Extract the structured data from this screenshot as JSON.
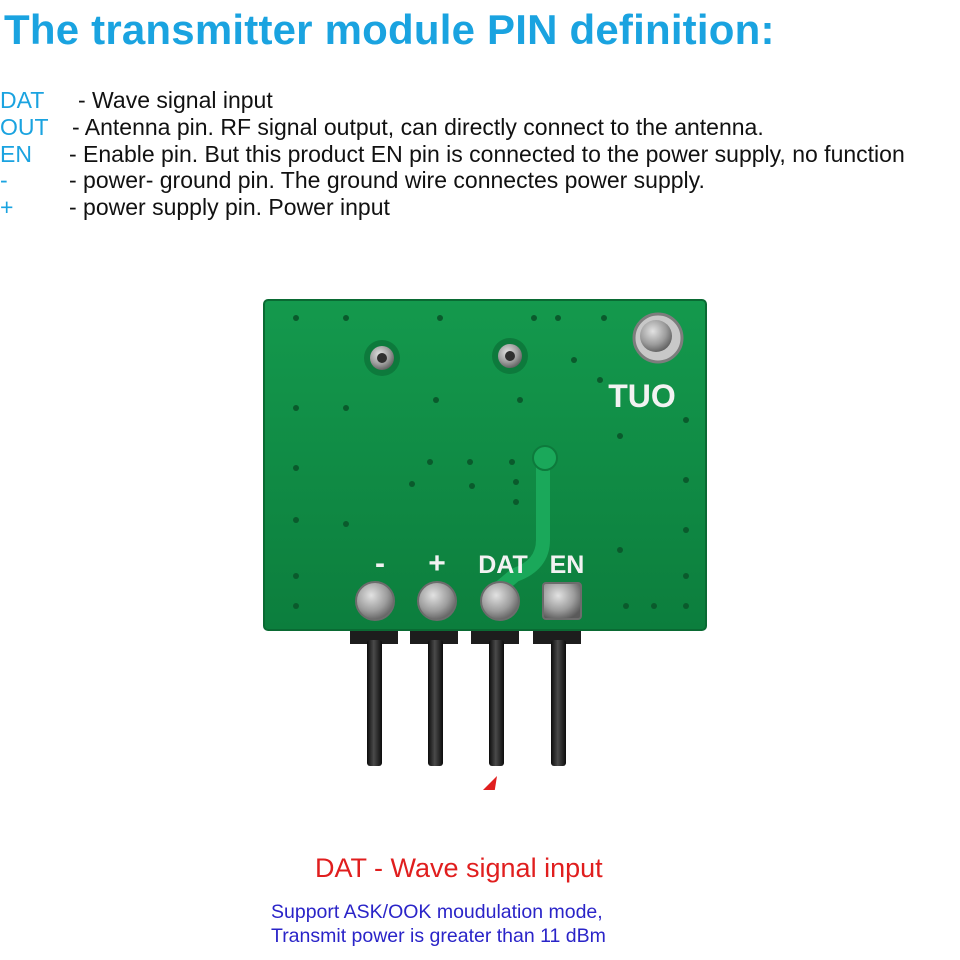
{
  "title": "The transmitter module PIN definition:",
  "pins": [
    {
      "name": "DAT",
      "description": "- Wave signal input"
    },
    {
      "name": "OUT",
      "description": "- Antenna pin. RF signal output, can directly connect to the antenna."
    },
    {
      "name": "EN",
      "description": "- Enable pin. But this product EN pin is connected to the power supply, no function"
    },
    {
      "name": "-",
      "description": "- power- ground pin. The ground wire connectes power supply."
    },
    {
      "name": "+",
      "description": "- power supply pin. Power input"
    }
  ],
  "board": {
    "silkscreen_out": "TUO",
    "pin_labels": [
      "-",
      "+",
      "DAT",
      "EN"
    ],
    "board_color": "#0f8a45"
  },
  "callout": {
    "label": "DAT - Wave signal input",
    "color": "#e01e1e"
  },
  "support": {
    "line1": "Support ASK/OOK moudulation mode,",
    "line2": "Transmit power is greater than 11 dBm",
    "color": "#2a24c8"
  },
  "accent_color": "#1aa3e0"
}
